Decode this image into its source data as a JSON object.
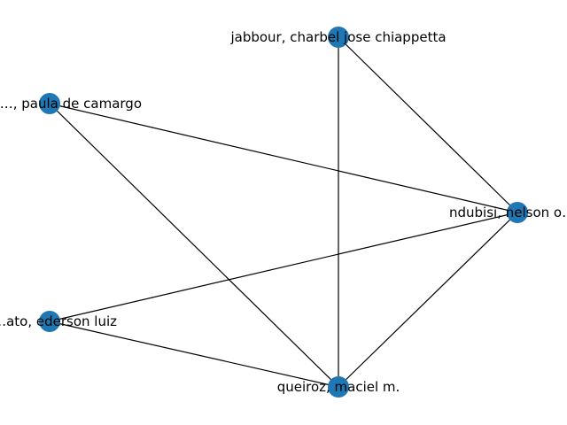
{
  "graph": {
    "node_color": "#1f77b4",
    "edge_color": "#000000",
    "nodes": [
      {
        "id": "jabbour",
        "label": "jabbour, charbel jose chiappetta"
      },
      {
        "id": "paula",
        "label": "…, paula de camargo"
      },
      {
        "id": "ndubisi",
        "label": "ndubisi, nelson o…"
      },
      {
        "id": "ederson",
        "label": "…ato, ederson luiz"
      },
      {
        "id": "queiroz",
        "label": "queiroz, maciel m."
      }
    ],
    "edges": [
      [
        "jabbour",
        "queiroz"
      ],
      [
        "jabbour",
        "ndubisi"
      ],
      [
        "paula",
        "ndubisi"
      ],
      [
        "paula",
        "queiroz"
      ],
      [
        "ndubisi",
        "ederson"
      ],
      [
        "ndubisi",
        "queiroz"
      ],
      [
        "ederson",
        "queiroz"
      ]
    ]
  }
}
